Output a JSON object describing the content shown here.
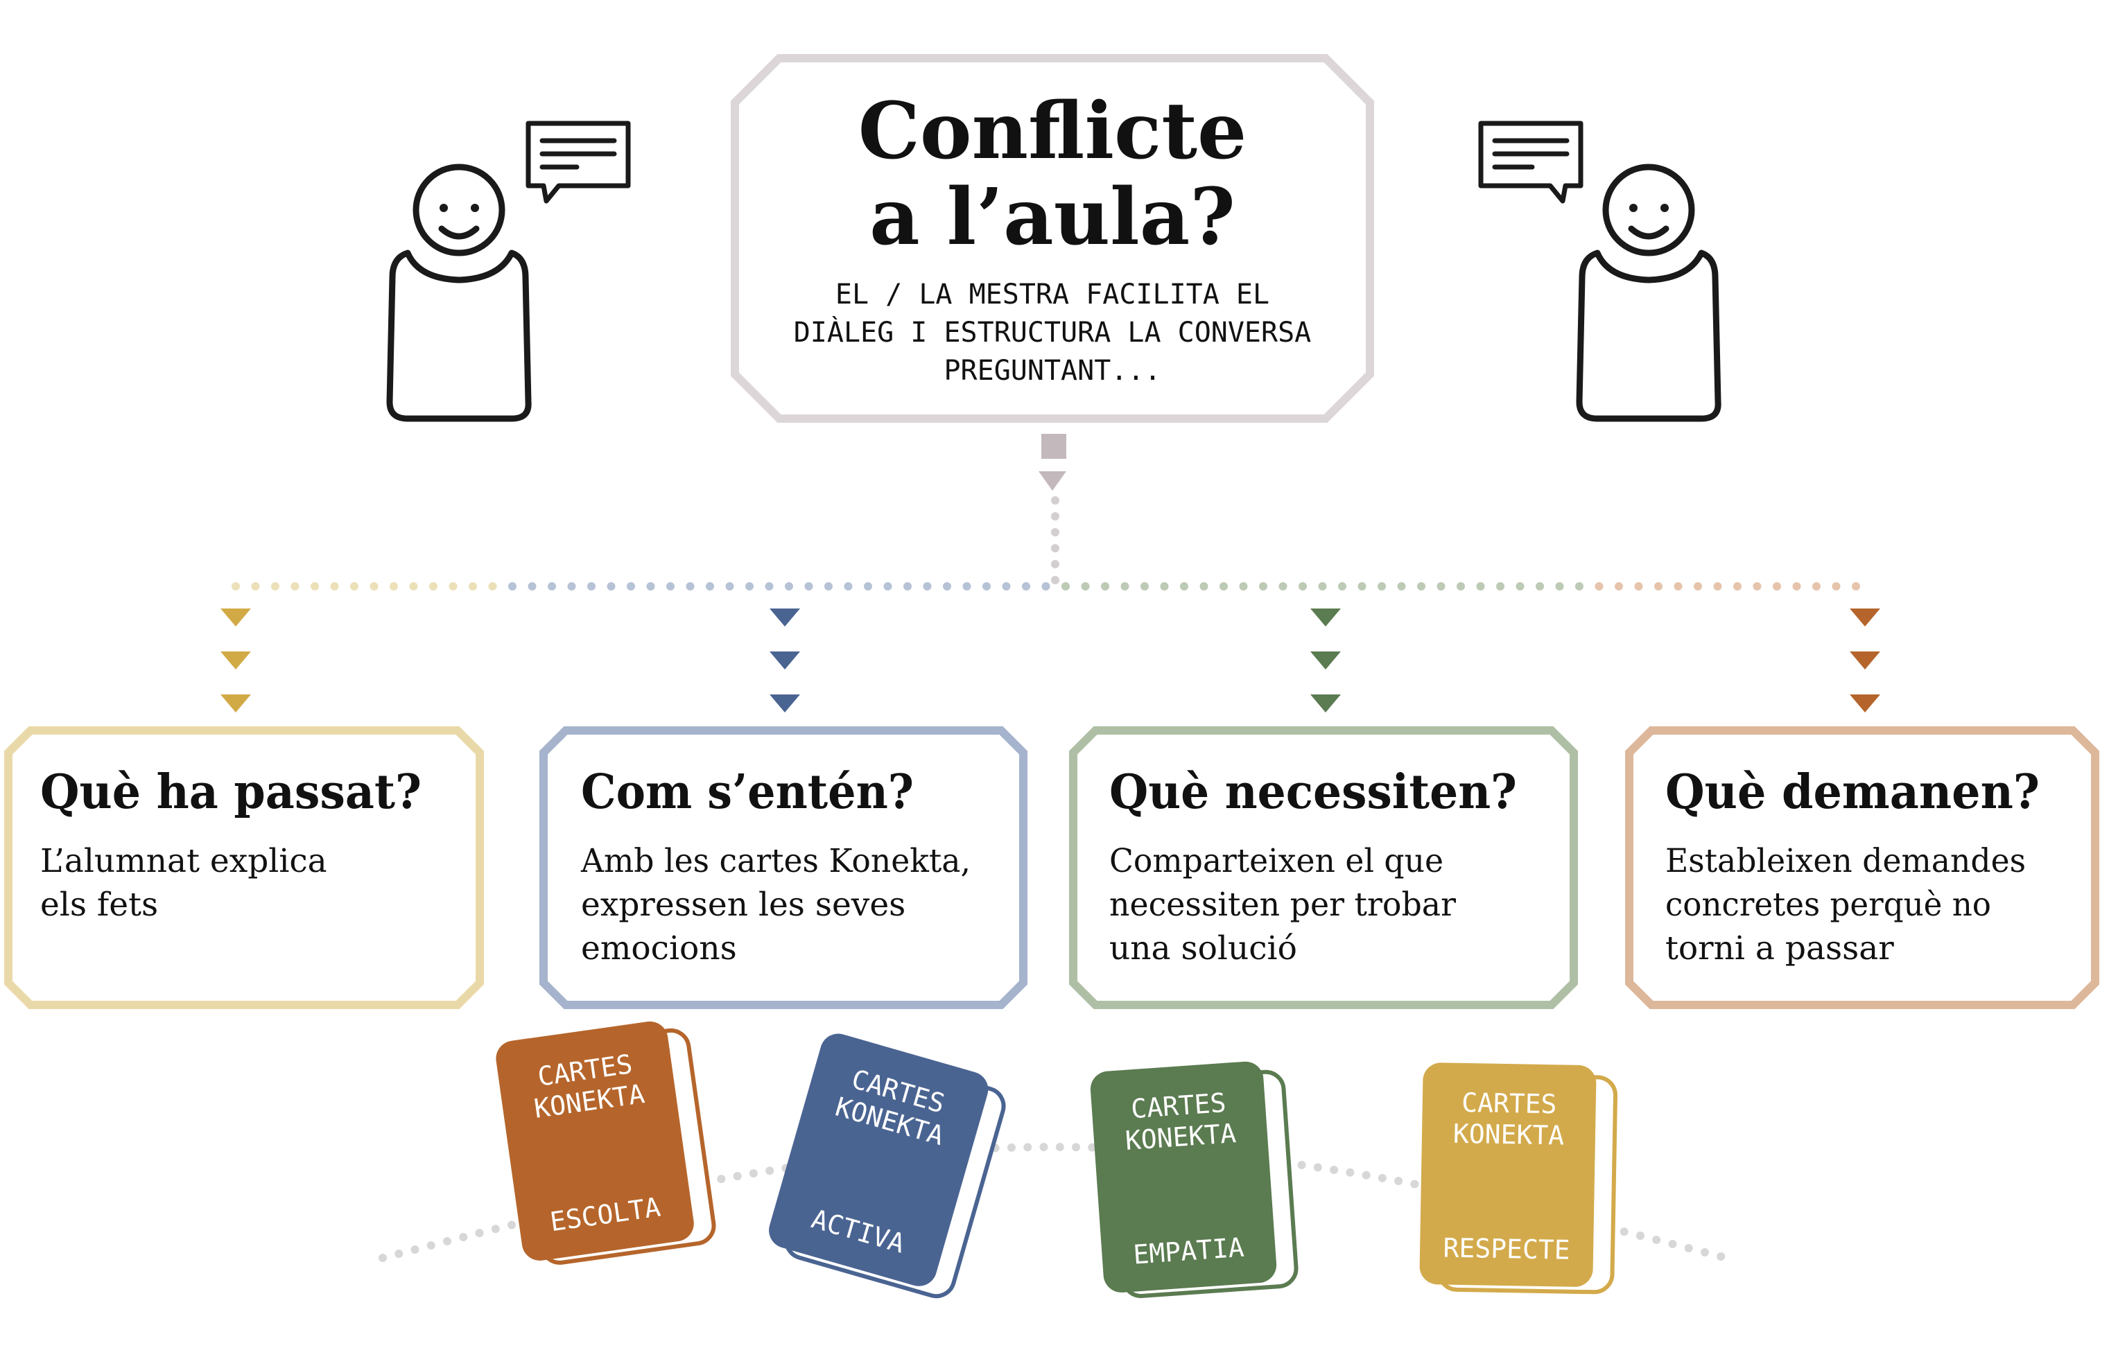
{
  "header": {
    "title_line1": "Conflicte",
    "title_line2": "a l’aula?",
    "subtitle_lines": [
      "EL / LA MESTRA FACILITA EL",
      "DIÀLEG I ESTRUCTURA LA CONVERSA",
      "PREGUNTANT..."
    ],
    "border_color": "#dcd6d8",
    "connector_color": "#c3b8bc"
  },
  "steps": [
    {
      "title": "Què ha passat?",
      "body": [
        "L’alumnat explica",
        "els fets"
      ],
      "color": "#ead9a8",
      "arrow_color": "#d2aa45"
    },
    {
      "title": "Com s’entén?",
      "body": [
        "Amb les cartes Konekta,",
        "expressen les seves",
        "emocions"
      ],
      "color": "#a5b3cc",
      "arrow_color": "#4a6492"
    },
    {
      "title": "Què necessiten?",
      "body": [
        "Comparteixen el que",
        "necessiten per trobar",
        "una solució"
      ],
      "color": "#afbfa5",
      "arrow_color": "#5b7b50"
    },
    {
      "title": "Què demanen?",
      "body": [
        "Estableixen demandes",
        "concretes perquè no",
        "torni a passar"
      ],
      "color": "#ddb79a",
      "arrow_color": "#b5652b"
    }
  ],
  "cards": [
    {
      "line1": "CARTES",
      "line2": "KONEKTA",
      "word": "ESCOLTA",
      "color": "#b5652b"
    },
    {
      "line1": "CARTES",
      "line2": "KONEKTA",
      "word": "ACTIVA",
      "color": "#4a6492"
    },
    {
      "line1": "CARTES",
      "line2": "KONEKTA",
      "word": "EMPATIA",
      "color": "#5b7b50"
    },
    {
      "line1": "CARTES",
      "line2": "KONEKTA",
      "word": "RESPECTE",
      "color": "#d3aa4b"
    }
  ],
  "icons": {
    "left_person": "person-icon",
    "left_bubble": "speech-bubble-icon",
    "right_person": "person-icon",
    "right_bubble": "speech-bubble-icon"
  }
}
